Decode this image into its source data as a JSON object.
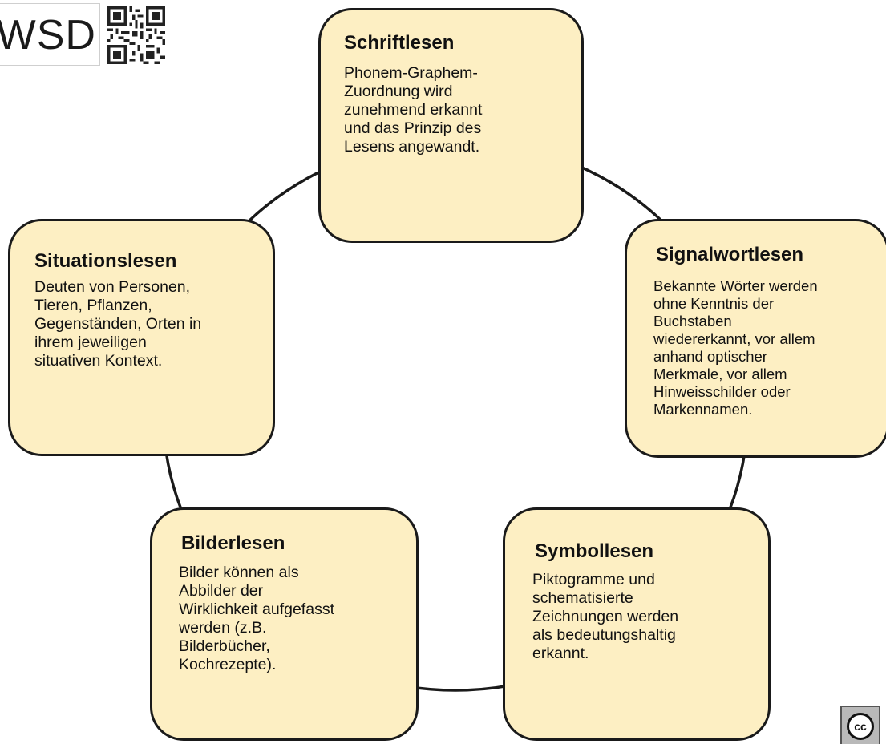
{
  "logo": {
    "text": "WSD"
  },
  "license_badge": {
    "text": "cc"
  },
  "colors": {
    "box_fill": "#fdefc3",
    "outline": "#1a1a1a"
  },
  "stages": [
    {
      "title": "Schriftlesen",
      "text": "Phonem-Graphem-\nZuordnung wird\nzunehmend erkannt\nund das Prinzip des\nLesens angewandt."
    },
    {
      "title": "Signalwortlesen",
      "text": "Bekannte Wörter werden\nohne Kenntnis der\nBuchstaben\nwiedererkannt, vor allem\nanhand optischer\nMerkmale, vor allem\nHinweisschilder oder\nMarkennamen."
    },
    {
      "title": "Symbollesen",
      "text": "Piktogramme und\nschematisierte\nZeichnungen werden\nals bedeutungshaltig\nerkannt."
    },
    {
      "title": "Bilderlesen",
      "text": "Bilder können als\nAbbilder der\nWirklichkeit aufgefasst\nwerden (z.B.\nBilderbücher,\nKochrezepte)."
    },
    {
      "title": "Situationslesen",
      "text": "Deuten von Personen,\nTieren, Pflanzen,\nGegenständen, Orten in\nihrem jeweiligen\nsituativen Kontext."
    }
  ]
}
